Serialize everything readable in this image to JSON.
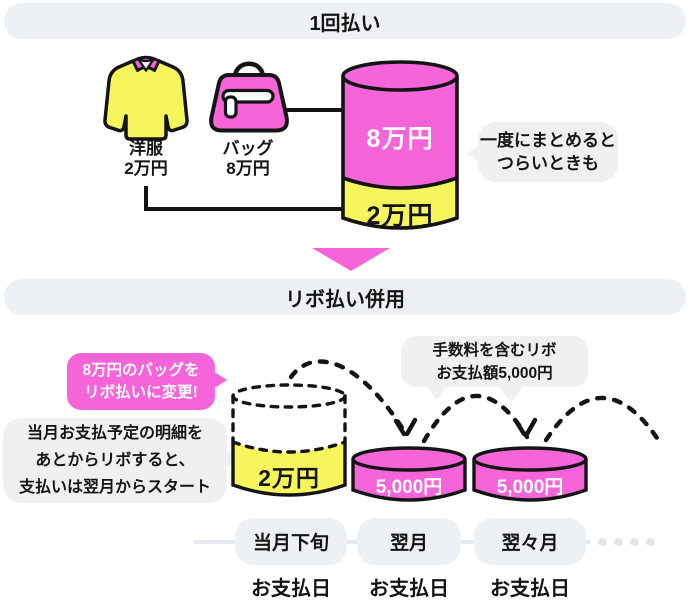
{
  "colors": {
    "pink": "#F564D8",
    "yellow": "#F6F65C",
    "pill_bg": "#EDF1F4",
    "bubble_bg": "#F0F0F1",
    "outline": "#141414",
    "timeline_gray": "#E6EAEE"
  },
  "single_payment": {
    "header": "1回払い",
    "items": [
      {
        "name": "洋服",
        "price": "2万円"
      },
      {
        "name": "バッグ",
        "price": "8万円"
      }
    ],
    "cylinder": {
      "top": "8万円",
      "bottom": "2万円"
    },
    "bubble": {
      "line1": "一度にまとめると",
      "line2": "つらいときも"
    }
  },
  "revolving": {
    "header": "リボ払い併用",
    "change_bubble": {
      "line1": "8万円のバッグを",
      "line2": "リボ払いに変更!"
    },
    "note_bubble": {
      "line1": "当月お支払予定の明細を",
      "line2": "あとからリボすると、",
      "line3": "支払いは翌月からスタート"
    },
    "fee_bubble": {
      "line1": "手数料を含むリボ",
      "line2": "お支払額5,000円"
    },
    "cylinder": {
      "label": "2万円"
    },
    "discs": [
      {
        "label": "5,000円"
      },
      {
        "label": "5,000円"
      }
    ],
    "timeline": [
      {
        "month": "当月下旬",
        "day": "お支払日"
      },
      {
        "month": "翌月",
        "day": "お支払日"
      },
      {
        "month": "翌々月",
        "day": "お支払日"
      }
    ]
  }
}
